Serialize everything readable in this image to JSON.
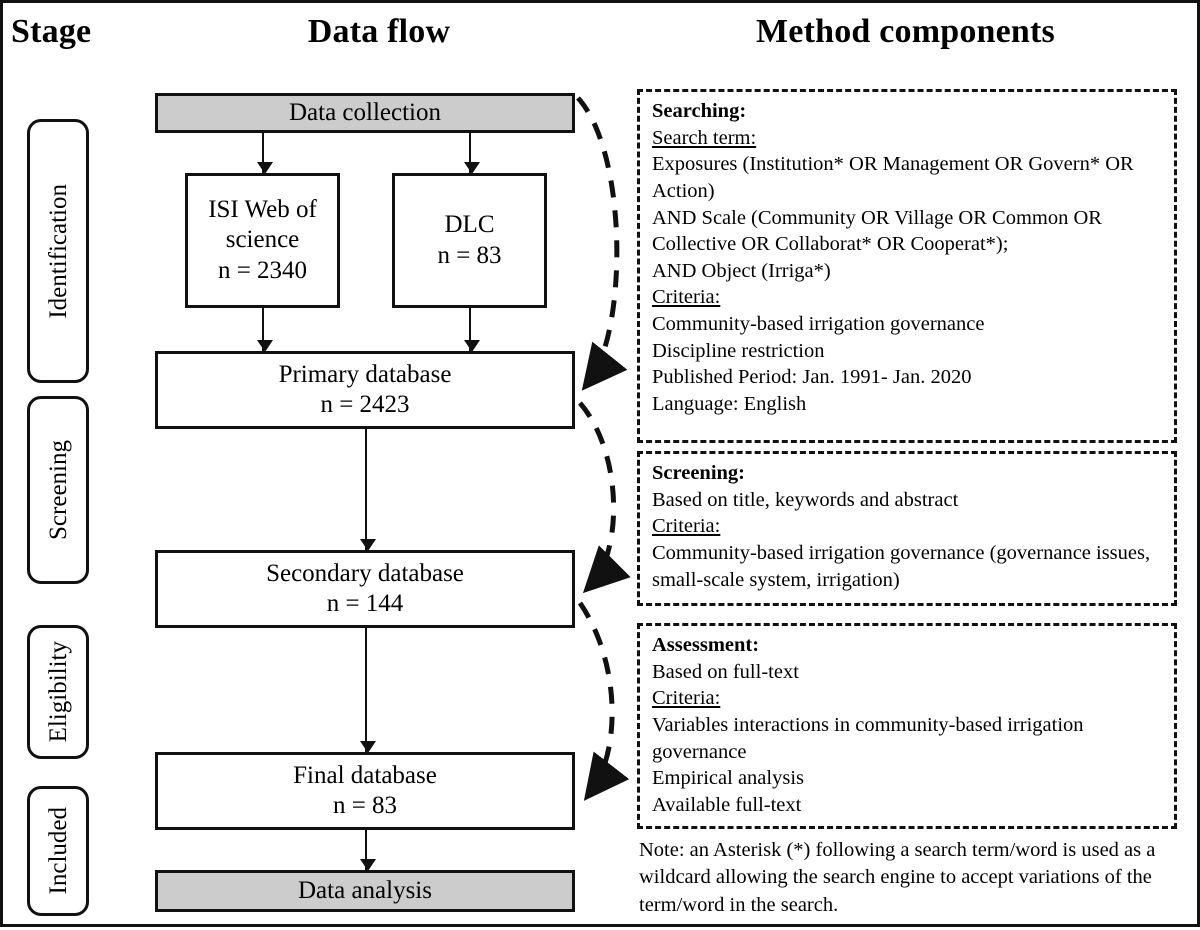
{
  "headers": {
    "stage": "Stage",
    "data_flow": "Data flow",
    "method_components": "Method components"
  },
  "stages": [
    {
      "label": "Identification"
    },
    {
      "label": "Screening"
    },
    {
      "label": "Eligibility"
    },
    {
      "label": "Included"
    }
  ],
  "flow": {
    "data_collection": {
      "title": "Data collection"
    },
    "isi": {
      "title": "ISI Web of",
      "title2": "science",
      "count": "n = 2340"
    },
    "dlc": {
      "title": "DLC",
      "count": "n = 83"
    },
    "primary": {
      "title": "Primary database",
      "count": "n = 2423"
    },
    "secondary": {
      "title": "Secondary database",
      "count": "n = 144"
    },
    "final": {
      "title": "Final database",
      "count": "n = 83"
    },
    "data_analysis": {
      "title": "Data analysis"
    }
  },
  "method": {
    "searching": {
      "head": "Searching:",
      "sub1": "Search term:",
      "l1": "Exposures (Institution* OR Management OR Govern* OR Action)",
      "l2": "AND Scale (Community OR Village OR Common OR Collective OR Collaborat* OR Cooperat*);",
      "l3": "AND Object (Irriga*)",
      "sub2": "Criteria:",
      "c1": "Community-based irrigation governance",
      "c2": "Discipline restriction",
      "c3": "Published Period: Jan. 1991- Jan. 2020",
      "c4": "Language: English"
    },
    "screening": {
      "head": "Screening:",
      "l1": "Based on title, keywords and abstract",
      "sub1": "Criteria:",
      "c1": "Community-based irrigation governance (governance issues, small-scale system, irrigation)"
    },
    "assessment": {
      "head": "Assessment:",
      "l1": "Based on full-text",
      "sub1": "Criteria:",
      "c1": "Variables interactions in community-based irrigation governance",
      "c2": "Empirical analysis",
      "c3": "Available full-text"
    }
  },
  "note": "Note: an Asterisk (*) following a search term/word is used as a wildcard allowing the search engine to accept variations of the term/word in the search.",
  "colors": {
    "shaded_box": "#cccccc",
    "line": "#111111",
    "background": "#ffffff"
  }
}
